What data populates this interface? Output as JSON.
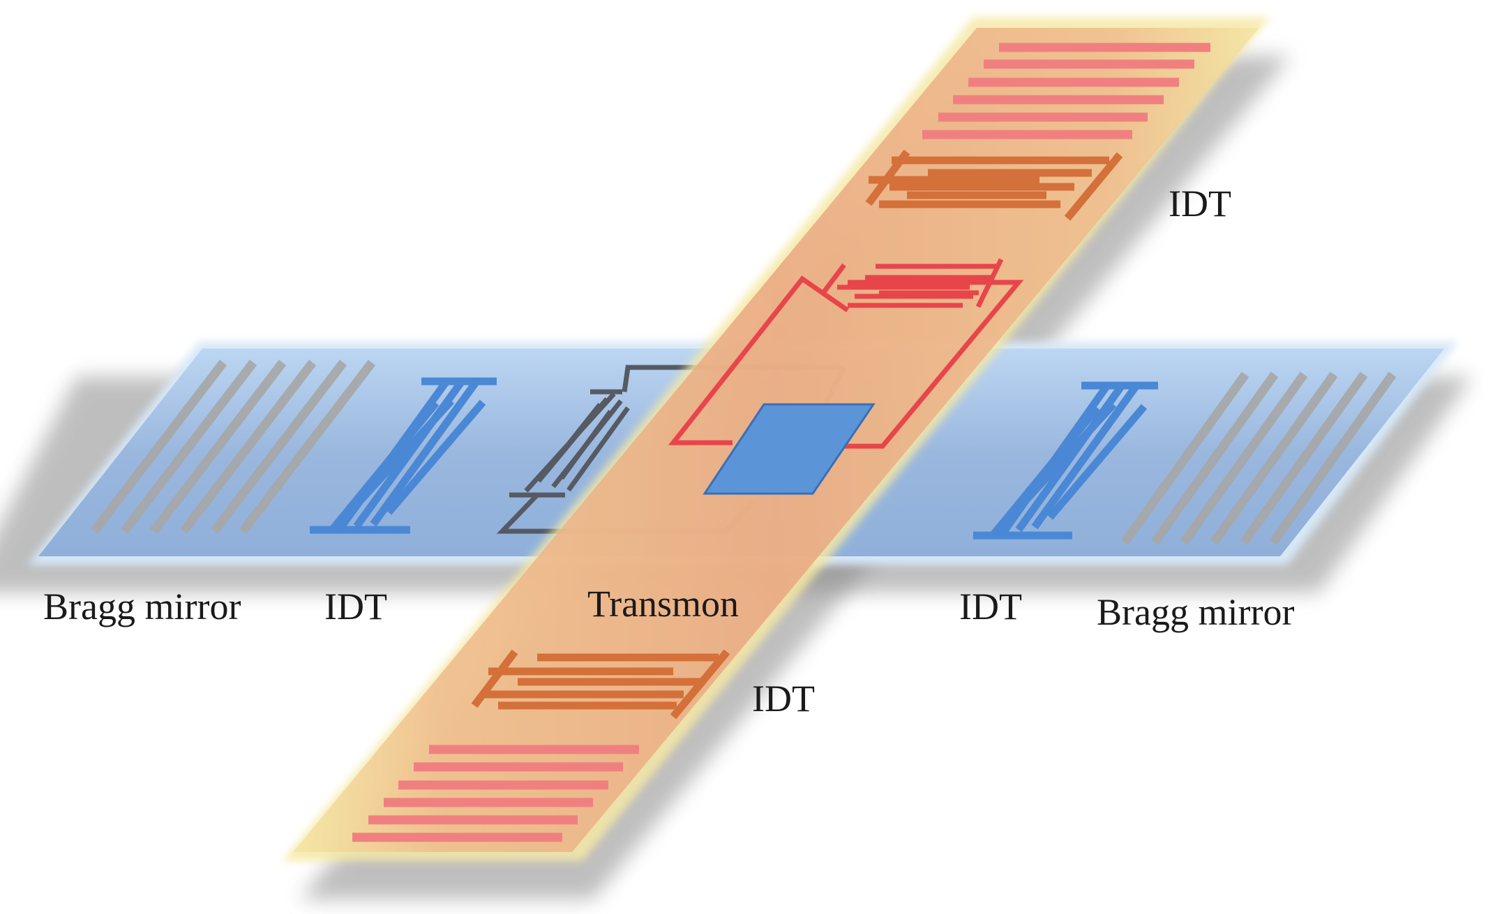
{
  "labels": {
    "bragg_mirror_left": "Bragg mirror",
    "idt_left": "IDT",
    "transmon": "Transmon",
    "idt_right": "IDT",
    "bragg_mirror_right": "Bragg mirror",
    "idt_top": "IDT",
    "idt_bottom": "IDT"
  },
  "colors": {
    "horizontal_substrate": "#9dbbe0",
    "vertical_substrate": "#e8a784",
    "mirror_horizontal": "#a8a8a8",
    "mirror_vertical": "#f08080",
    "idt_blue": "#4a88d6",
    "idt_orange": "#d4703a",
    "transmon_loop_gray": "#555a63",
    "transmon_loop_red": "#e8454a",
    "junction_pad": "#5b95d8"
  }
}
